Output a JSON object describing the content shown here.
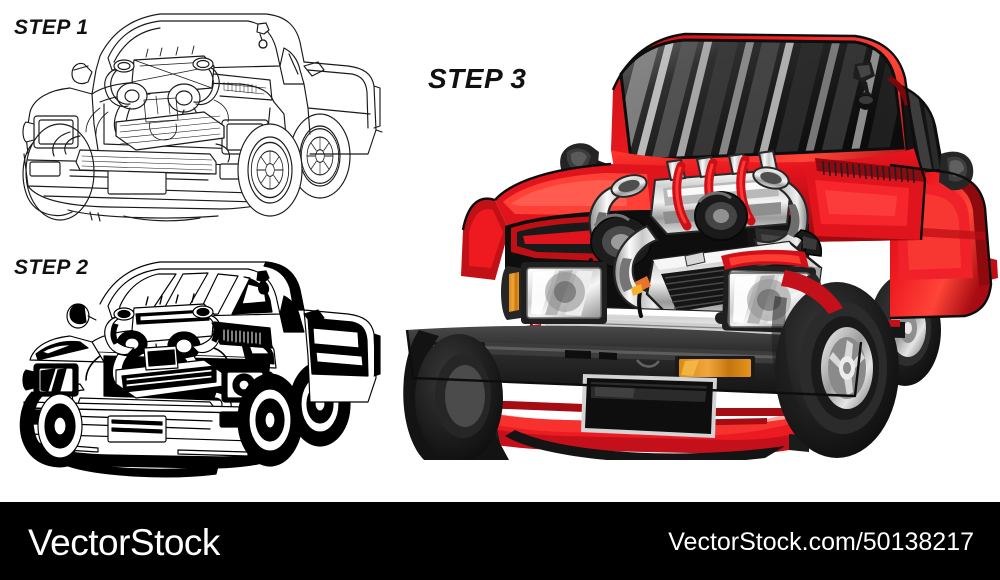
{
  "artwork": {
    "title": "Turbocharged pickup truck build - three step illustration",
    "background_color": "#ffffff",
    "panels": [
      {
        "id": "step1",
        "label": "STEP 1",
        "style": "line-art-outline",
        "subject": "pickup truck with twin turbo engine bay, line drawing",
        "stroke_color": "#1a1a1a",
        "fill_color": "#ffffff"
      },
      {
        "id": "step2",
        "label": "STEP 2",
        "style": "black-and-white-ink-shaded",
        "subject": "pickup truck with twin turbo engine bay, high contrast ink shading",
        "stroke_color": "#000000",
        "fill_color": "#ffffff"
      },
      {
        "id": "step3",
        "label": "STEP 3",
        "style": "full-color",
        "subject": "red pickup truck with twin turbo engine bay, fully rendered color",
        "body_color": "#e4141c",
        "body_color_dark": "#a00d12",
        "body_color_light": "#ff3b32",
        "glass_color": "#2b2b2b",
        "chrome_color": "#d9d9d9",
        "tire_color": "#181818",
        "amber_color": "#e08a12",
        "bumper_color": "#2d2d2d"
      }
    ]
  },
  "footer": {
    "background_color": "#000000",
    "text_color": "#ffffff",
    "wordmark": "VectorStock",
    "url": "VectorStock.com/50138217"
  }
}
